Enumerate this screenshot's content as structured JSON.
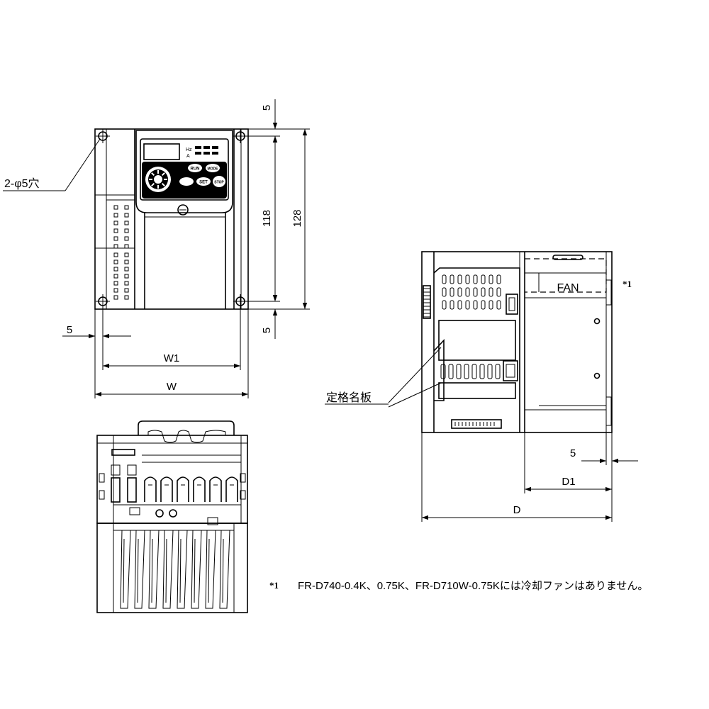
{
  "front_view": {
    "hole_callout": "2-φ5穴",
    "dim_top_margin": "5",
    "dim_bottom_margin": "5",
    "dim_height_inner": "118",
    "dim_height_total": "128",
    "dim_left_margin": "5",
    "dim_width_inner": "W1",
    "dim_width_total": "W"
  },
  "side_view": {
    "fan_label": "FAN",
    "fan_note_mark": "*1",
    "nameplate_label": "定格名板",
    "dim_right_margin": "5",
    "dim_depth_partial": "D1",
    "dim_depth_total": "D"
  },
  "footnote": {
    "mark": "*1",
    "text": "FR-D740-0.4K、0.75K、FR-D710W-0.75Kには冷却ファンはありません。"
  },
  "panel": {
    "unit_hz": "Hz",
    "unit_a": "A",
    "btn_run": "RUN",
    "btn_set": "SET",
    "btn_mode": "MODE",
    "btn_stop": "STOP"
  }
}
